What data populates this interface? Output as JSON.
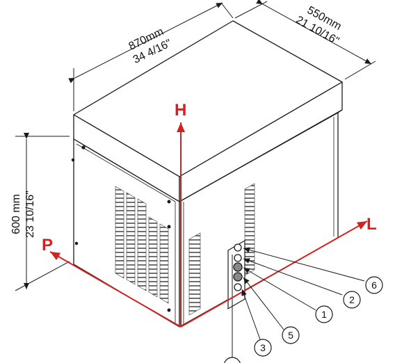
{
  "dimensions": {
    "width": {
      "metric": "870mm",
      "imperial": "34 4/16\""
    },
    "depth": {
      "metric": "550mm",
      "imperial": "21 10/16\""
    },
    "height": {
      "metric": "600 mm",
      "imperial": "23 10/16\""
    }
  },
  "axes": {
    "h": "H",
    "l": "L",
    "p": "P",
    "color": "#d42020"
  },
  "callouts": [
    "6",
    "2",
    "1",
    "5",
    "3"
  ],
  "line_color": "#1a1a1a"
}
